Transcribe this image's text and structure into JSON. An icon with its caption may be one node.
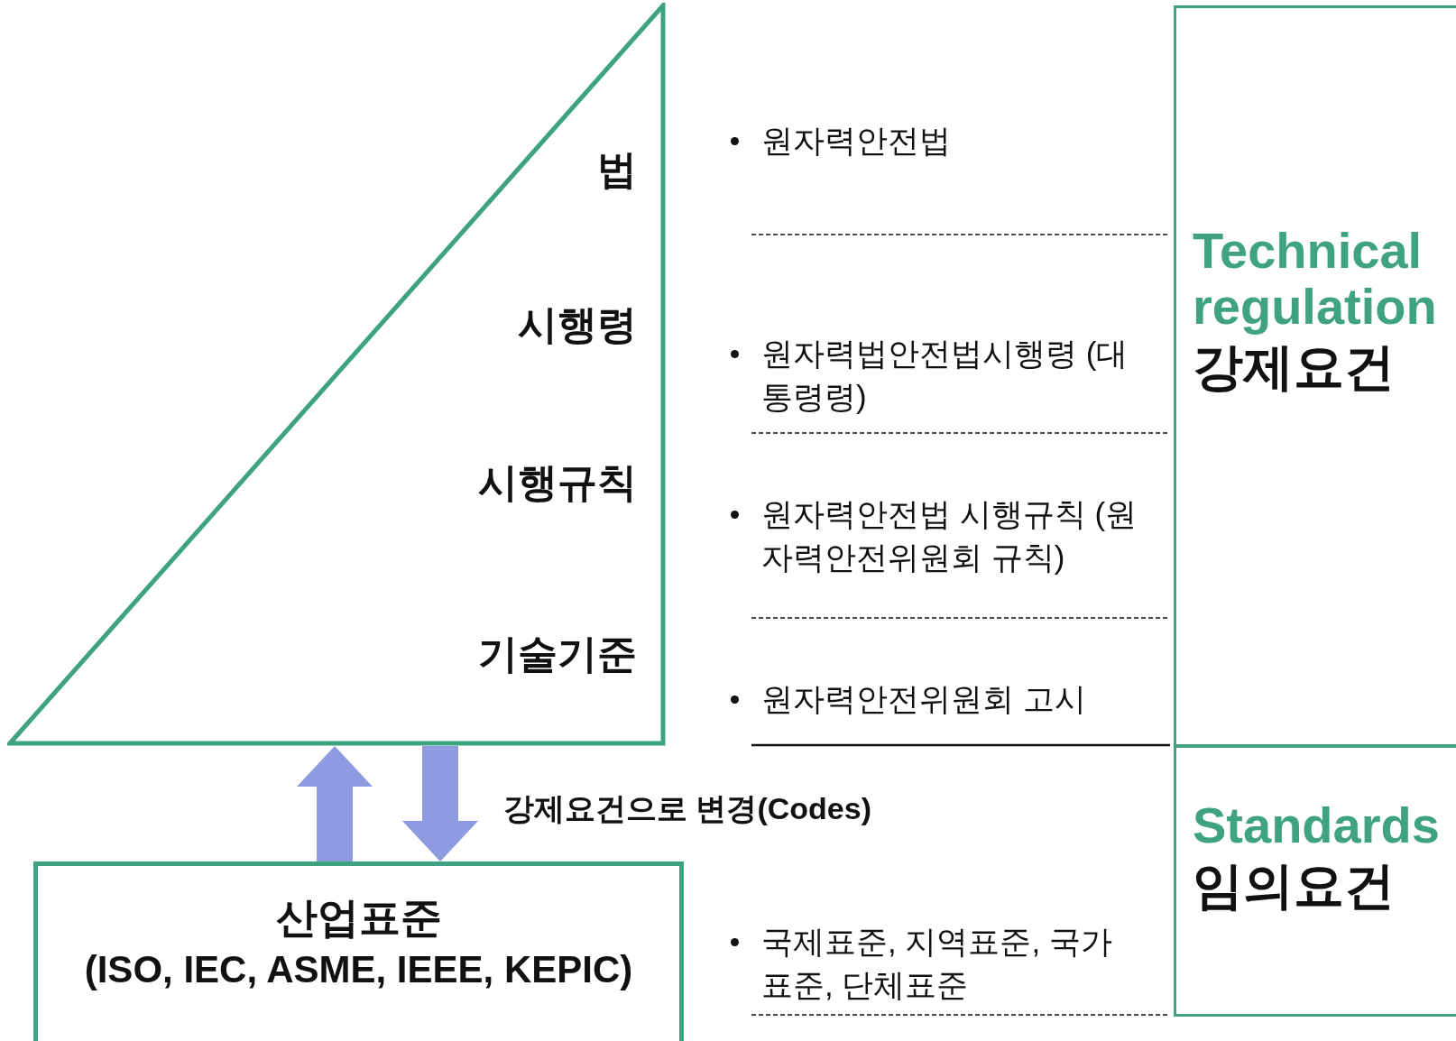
{
  "diagram": {
    "nodes": [
      {
        "text": [
          "법",
          "시행령",
          "시행규칙",
          "기술기준"
        ]
      },
      {
        "text": [
          "산업표준",
          "(ISO, IEC, ASME, IEEE, KEPIC)"
        ]
      },
      {
        "text": [
          "Technical regulation",
          "강제요건"
        ]
      },
      {
        "text": [
          "Standards",
          "임의요건"
        ]
      }
    ],
    "edges": [
      {
        "from": 1,
        "to": 0,
        "arrow": "to"
      },
      {
        "from": 0,
        "to": 1,
        "arrow": "to"
      }
    ],
    "labels": [
      "원자력안전법",
      "원자력법안전법시행령 (대통령령)",
      "원자력안전법 시행규칙 (원자력안전위원회 규칙)",
      "원자력안전위원회 고시",
      "강제요건으로 변경(Codes)",
      "국제표준, 지역표준, 국가표준, 단체표준"
    ]
  }
}
